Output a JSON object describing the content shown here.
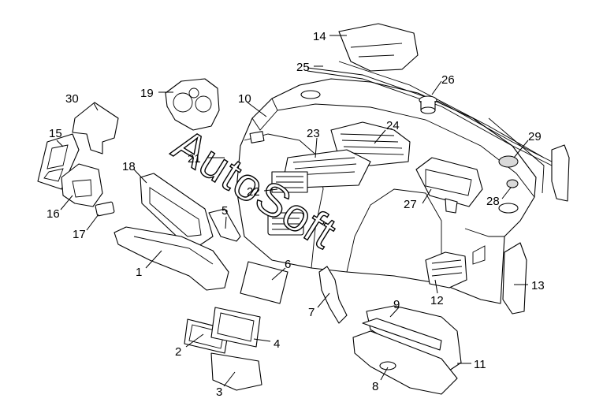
{
  "watermark": "AutoSoft",
  "callouts": [
    {
      "id": "1",
      "label": "1"
    },
    {
      "id": "2",
      "label": "2"
    },
    {
      "id": "3",
      "label": "3"
    },
    {
      "id": "4",
      "label": "4"
    },
    {
      "id": "5",
      "label": "5"
    },
    {
      "id": "6",
      "label": "6"
    },
    {
      "id": "7",
      "label": "7"
    },
    {
      "id": "8",
      "label": "8"
    },
    {
      "id": "9",
      "label": "9"
    },
    {
      "id": "10",
      "label": "10"
    },
    {
      "id": "11",
      "label": "11"
    },
    {
      "id": "12",
      "label": "12"
    },
    {
      "id": "13",
      "label": "13"
    },
    {
      "id": "14",
      "label": "14"
    },
    {
      "id": "15",
      "label": "15"
    },
    {
      "id": "16",
      "label": "16"
    },
    {
      "id": "17",
      "label": "17"
    },
    {
      "id": "18",
      "label": "18"
    },
    {
      "id": "19",
      "label": "19"
    },
    {
      "id": "21",
      "label": "21"
    },
    {
      "id": "22",
      "label": "22"
    },
    {
      "id": "23",
      "label": "23"
    },
    {
      "id": "24",
      "label": "24"
    },
    {
      "id": "25",
      "label": "25"
    },
    {
      "id": "26",
      "label": "26"
    },
    {
      "id": "27",
      "label": "27"
    },
    {
      "id": "28",
      "label": "28"
    },
    {
      "id": "29",
      "label": "29"
    },
    {
      "id": "30",
      "label": "30"
    }
  ]
}
